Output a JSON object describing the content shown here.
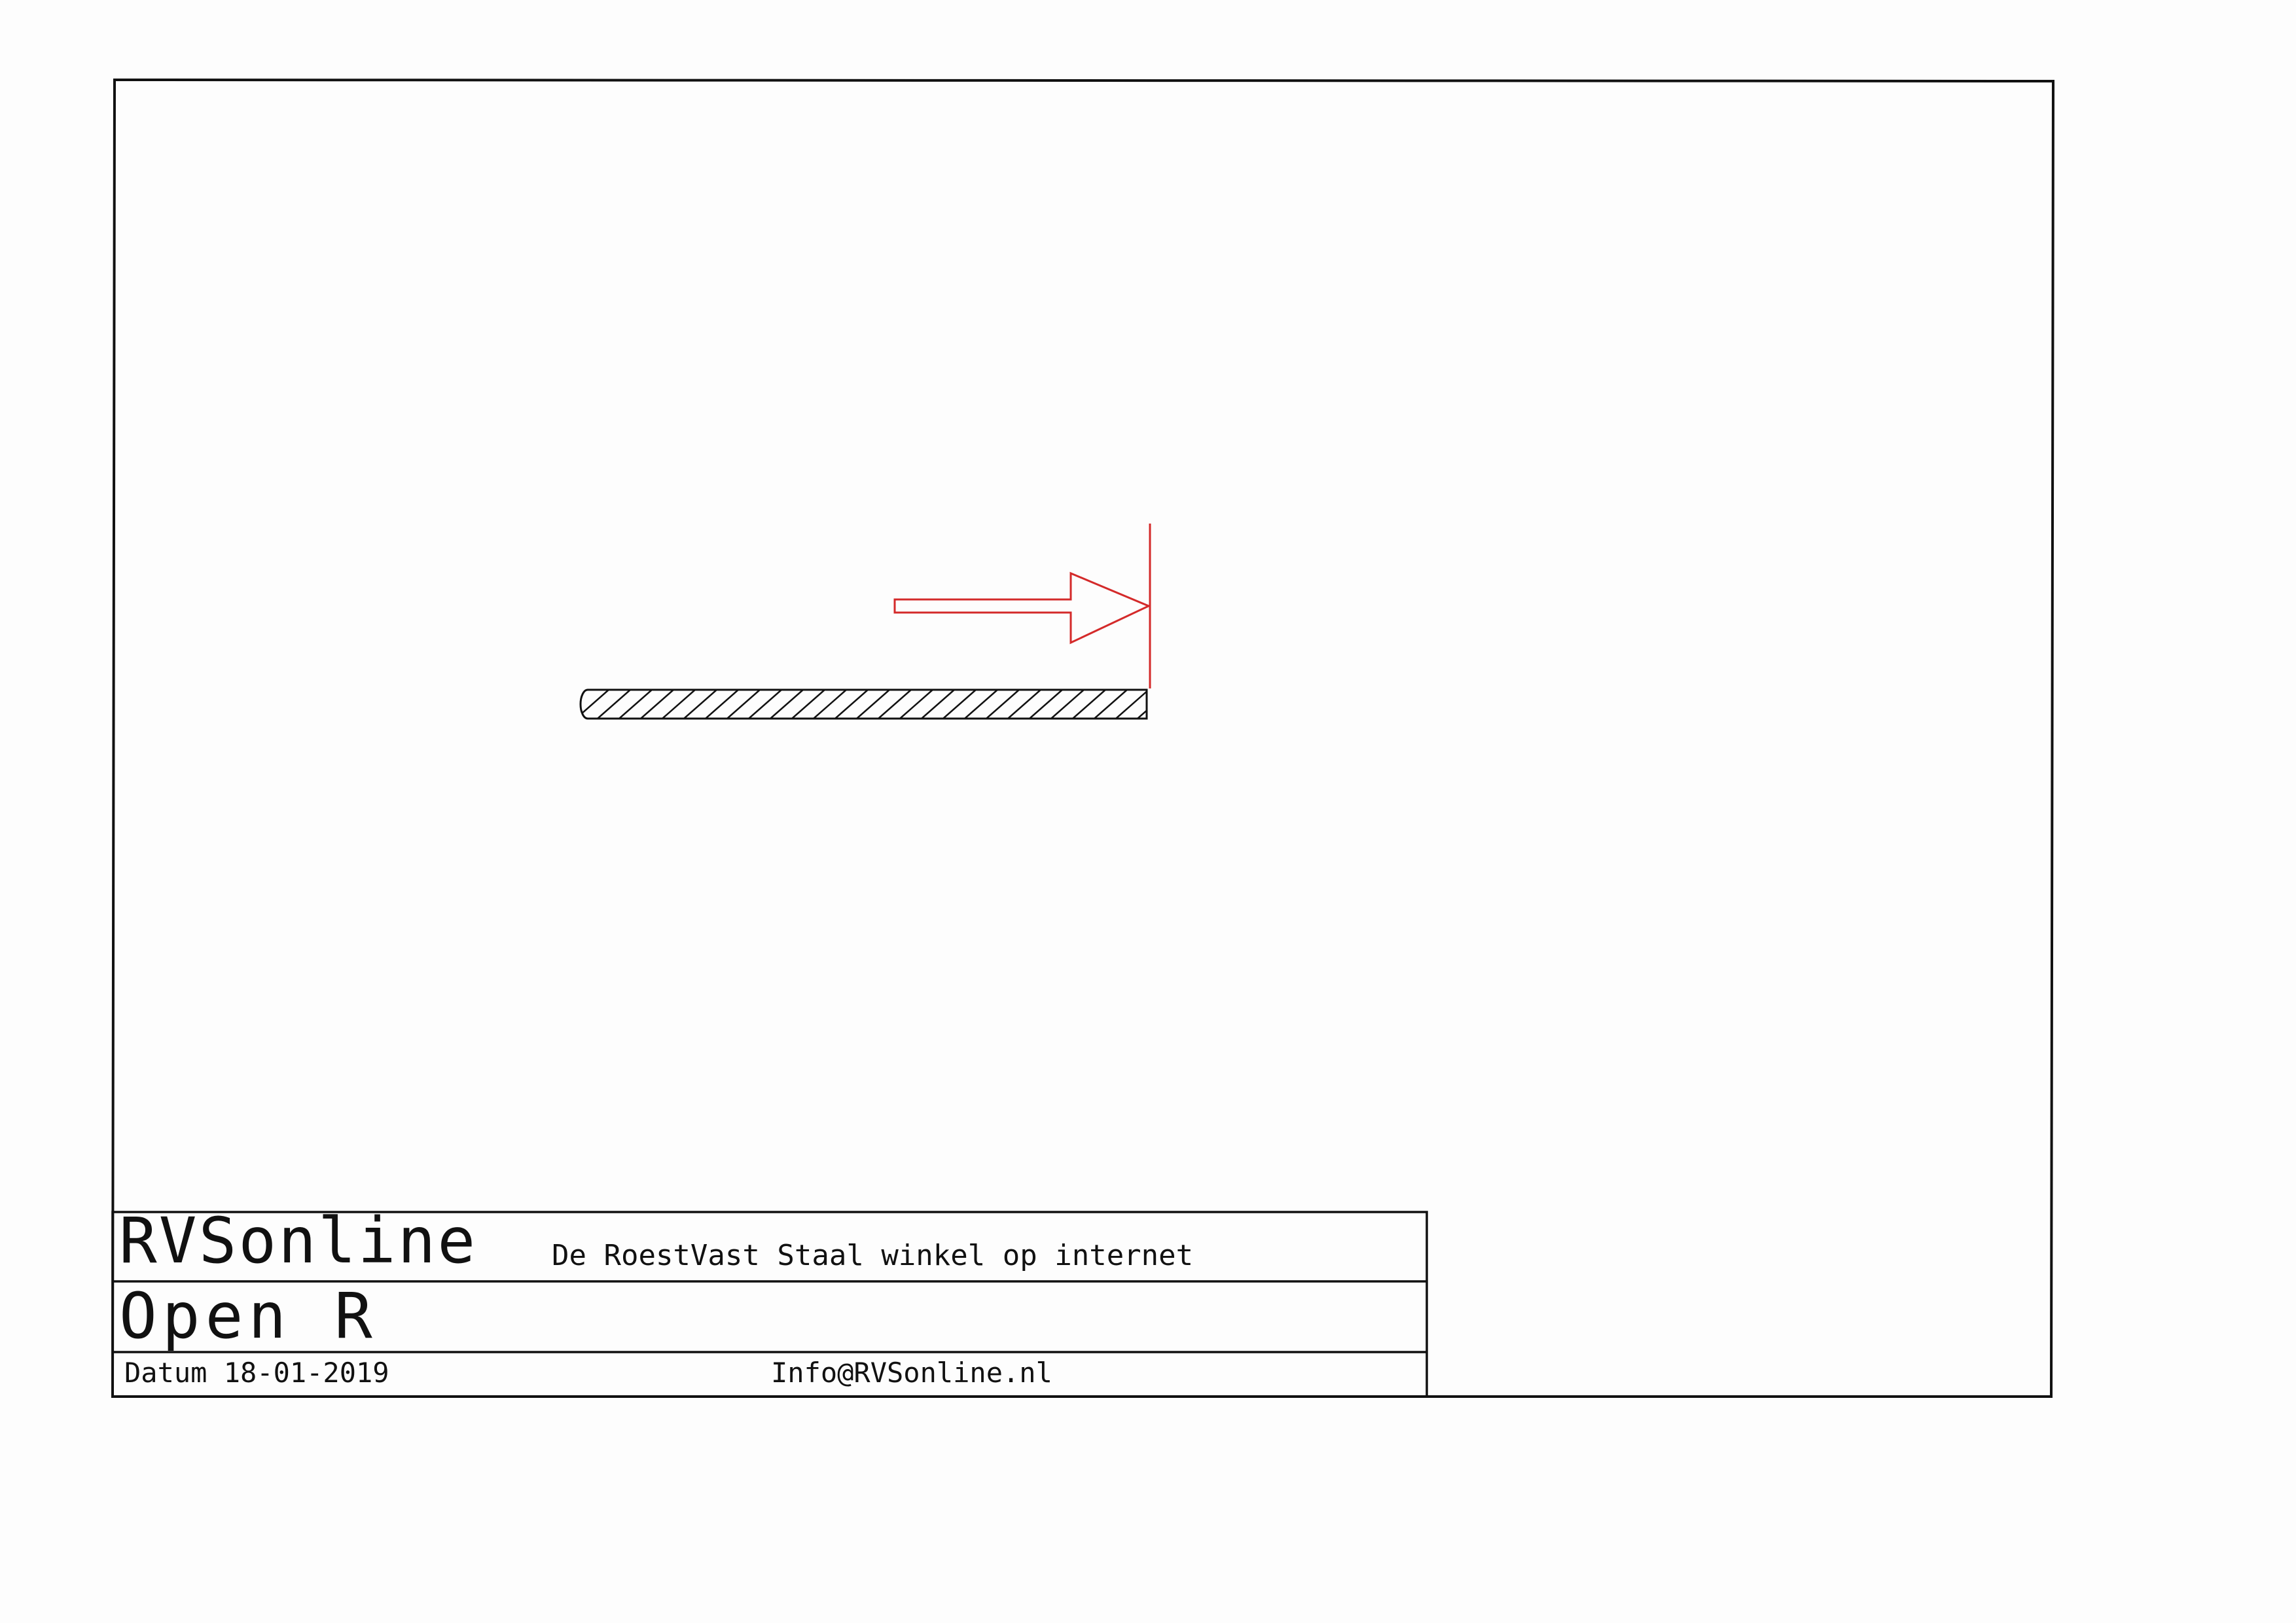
{
  "title_block": {
    "brand": "RVSonline",
    "tagline": "De RoestVast Staal winkel op internet",
    "drawing_title": "Open R",
    "date_label": "Datum 18-01-2019",
    "email": "Info@RVSonline.nl"
  },
  "colors": {
    "line": "#111111",
    "arrow": "#d42a2a",
    "paper": "#fdfdfd"
  }
}
